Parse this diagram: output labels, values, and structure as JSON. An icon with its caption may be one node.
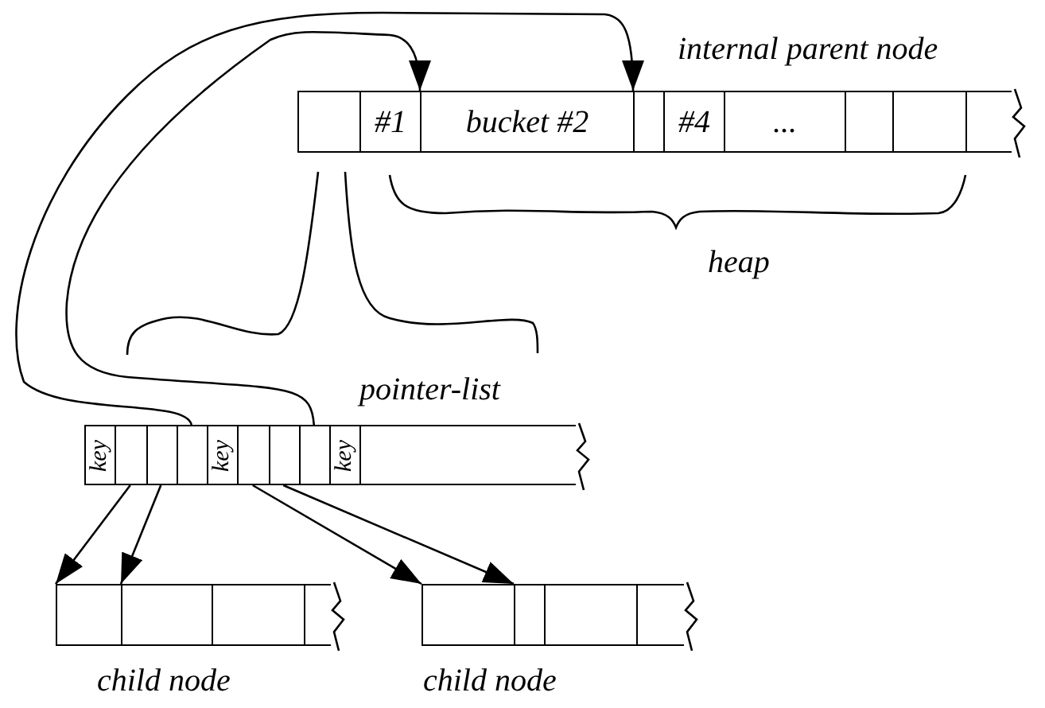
{
  "diagram": {
    "nodes": [
      {
        "text": [
          "internal parent node"
        ]
      },
      {
        "text": [],
        "shape": "box",
        "in": 0
      },
      {
        "text": [
          "#1"
        ],
        "in": 0
      },
      {
        "text": [
          "bucket #2"
        ],
        "in": 0
      },
      {
        "text": [],
        "shape": "box",
        "in": 0
      },
      {
        "text": [
          "#4"
        ],
        "in": 0
      },
      {
        "text": [
          "..."
        ],
        "in": 0
      },
      {
        "text": [],
        "shape": "box",
        "in": 0
      },
      {
        "text": [],
        "shape": "box",
        "in": 0
      },
      {
        "text": [
          "pointer-list"
        ]
      },
      {
        "text": [
          "key"
        ],
        "in": 9
      },
      {
        "text": [],
        "shape": "box",
        "in": 9
      },
      {
        "text": [],
        "shape": "box",
        "in": 9
      },
      {
        "text": [],
        "shape": "box",
        "in": 9
      },
      {
        "text": [
          "key"
        ],
        "in": 9
      },
      {
        "text": [],
        "shape": "box",
        "in": 9
      },
      {
        "text": [],
        "shape": "box",
        "in": 9
      },
      {
        "text": [],
        "shape": "box",
        "in": 9
      },
      {
        "text": [
          "key"
        ],
        "in": 9
      },
      {
        "text": [
          "child node"
        ]
      },
      {
        "text": [],
        "shape": "box",
        "in": 19
      },
      {
        "text": [],
        "shape": "box",
        "in": 19
      },
      {
        "text": [],
        "shape": "box",
        "in": 19
      },
      {
        "text": [
          "child node"
        ]
      },
      {
        "text": [],
        "shape": "box",
        "in": 23
      },
      {
        "text": [],
        "shape": "box",
        "in": 23
      },
      {
        "text": [],
        "shape": "box",
        "in": 23
      }
    ],
    "edges": [
      {
        "from": 13,
        "to": 4,
        "arrow": "to"
      },
      {
        "from": 17,
        "to": 3,
        "arrow": "to"
      },
      {
        "from": 11,
        "to": 20,
        "arrow": "to"
      },
      {
        "from": 12,
        "to": 21,
        "arrow": "to"
      },
      {
        "from": 15,
        "to": 24,
        "arrow": "to"
      },
      {
        "from": 16,
        "to": 25,
        "arrow": "to"
      }
    ],
    "labels": [
      "heap"
    ]
  }
}
